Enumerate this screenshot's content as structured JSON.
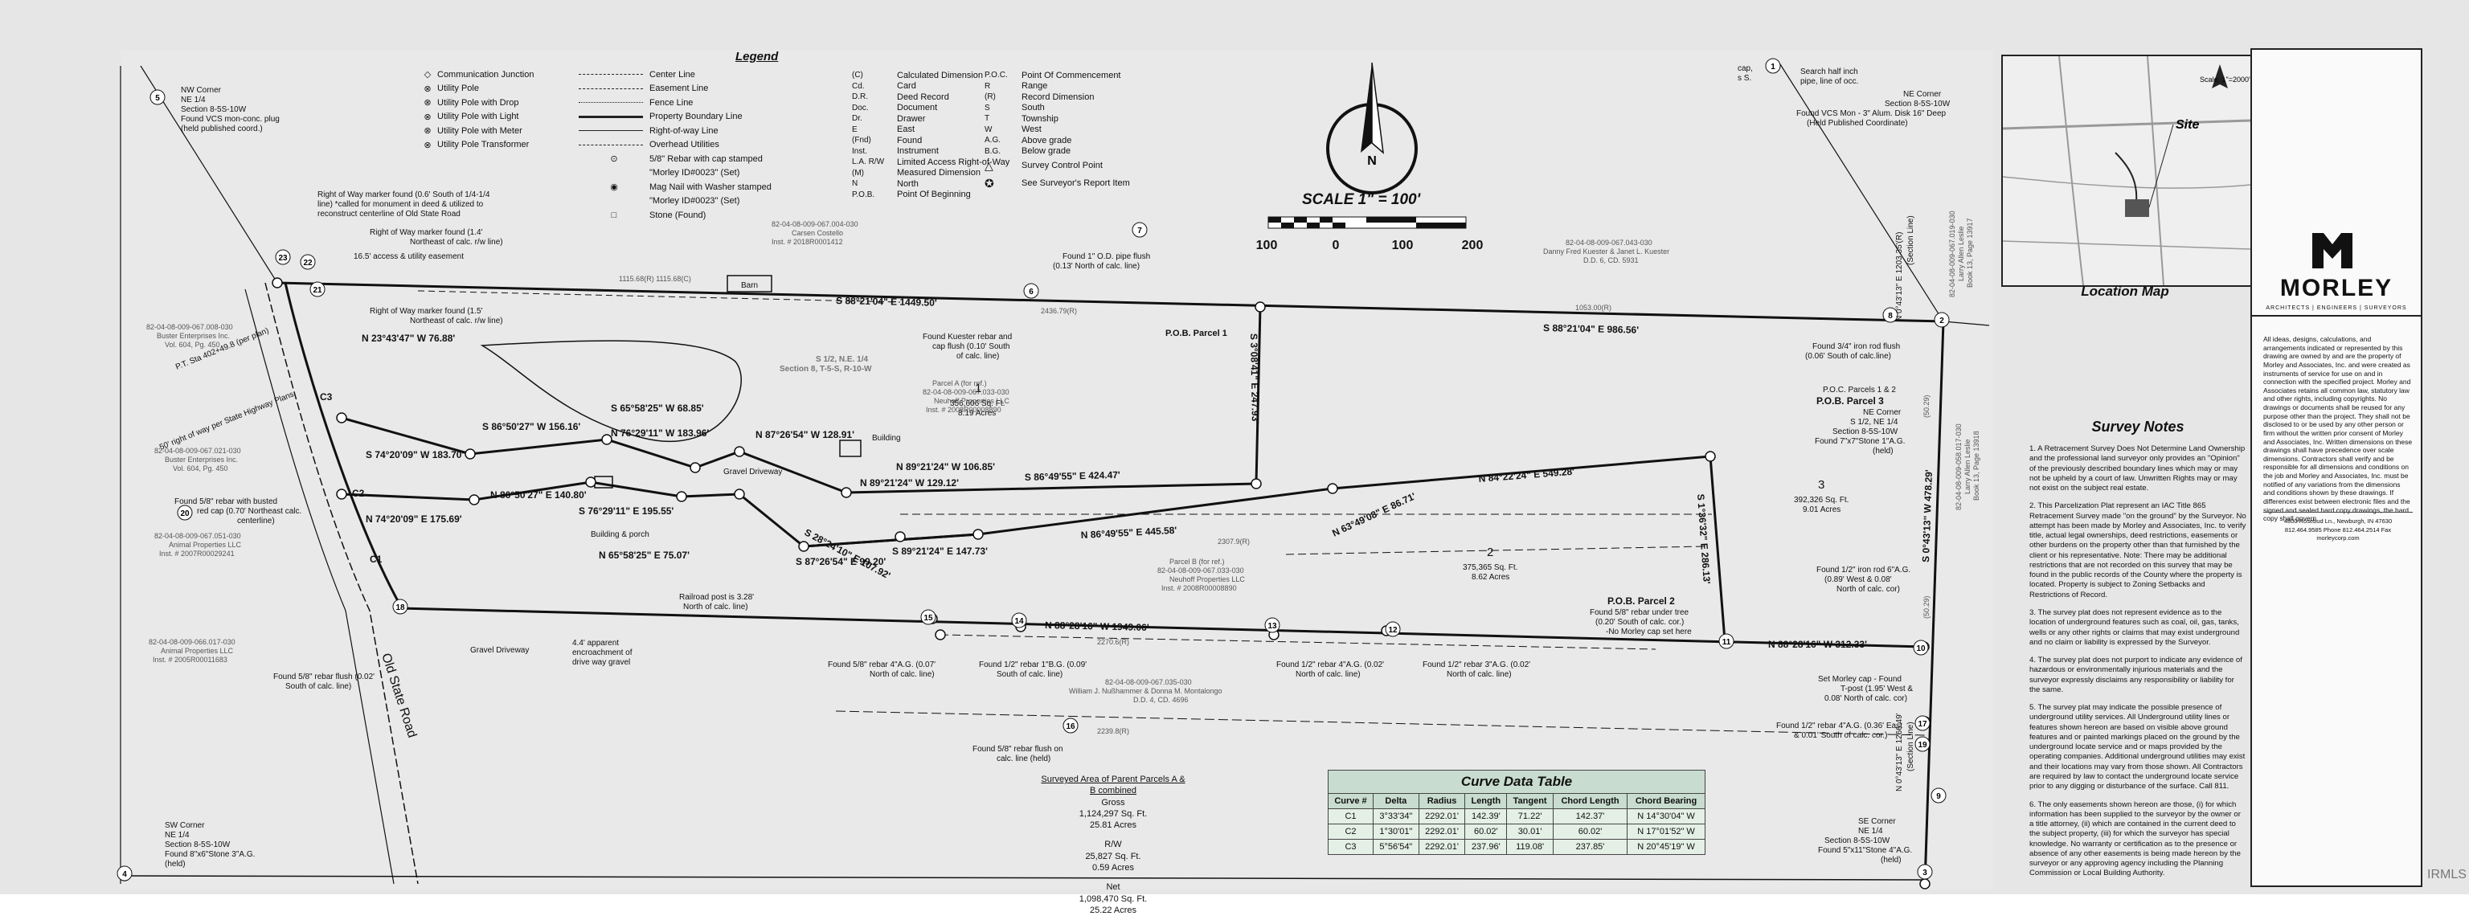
{
  "legend": {
    "title": "Legend",
    "symbols": [
      {
        "icon": "communication-junction-icon",
        "label": "Communication Junction"
      },
      {
        "icon": "utility-pole-icon",
        "label": "Utility Pole"
      },
      {
        "icon": "utility-pole-drop-icon",
        "label": "Utility Pole with Drop"
      },
      {
        "icon": "utility-pole-light-icon",
        "label": "Utility Pole with Light"
      },
      {
        "icon": "utility-pole-meter-icon",
        "label": "Utility Pole with Meter"
      },
      {
        "icon": "utility-pole-transformer-icon",
        "label": "Utility Pole Transformer"
      }
    ],
    "lines": [
      "Center Line",
      "Easement Line",
      "Fence Line",
      "Property Boundary Line",
      "Right-of-way Line",
      "Overhead Utilities",
      "5/8\" Rebar with cap stamped",
      "\"Morley ID#0023\" (Set)",
      "Mag Nail with Washer stamped",
      "\"Morley ID#0023\" (Set)",
      "Stone (Found)"
    ],
    "abbreviations": [
      {
        "abbr": "(C)",
        "text": "Calculated Dimension"
      },
      {
        "abbr": "Cd.",
        "text": "Card"
      },
      {
        "abbr": "D.R.",
        "text": "Deed Record"
      },
      {
        "abbr": "Doc.",
        "text": "Document"
      },
      {
        "abbr": "Dr.",
        "text": "Drawer"
      },
      {
        "abbr": "E",
        "text": "East"
      },
      {
        "abbr": "(Fnd)",
        "text": "Found"
      },
      {
        "abbr": "Inst.",
        "text": "Instrument"
      },
      {
        "abbr": "L.A. R/W",
        "text": "Limited Access Right-of-Way"
      },
      {
        "abbr": "(M)",
        "text": "Measured Dimension"
      },
      {
        "abbr": "N",
        "text": "North"
      },
      {
        "abbr": "P.O.B.",
        "text": "Point Of Beginning"
      }
    ],
    "abbreviations2": [
      {
        "abbr": "P.O.C.",
        "text": "Point Of Commencement"
      },
      {
        "abbr": "R",
        "text": "Range"
      },
      {
        "abbr": "(R)",
        "text": "Record Dimension"
      },
      {
        "abbr": "S",
        "text": "South"
      },
      {
        "abbr": "T",
        "text": "Township"
      },
      {
        "abbr": "W",
        "text": "West"
      },
      {
        "abbr": "A.G.",
        "text": "Above grade"
      },
      {
        "abbr": "B.G.",
        "text": "Below grade"
      },
      {
        "abbr": "",
        "text": "Survey Control Point"
      },
      {
        "abbr": "",
        "text": "See Surveyor's Report Item"
      }
    ]
  },
  "scale": {
    "title": "SCALE 1\" = 100'",
    "ticks": [
      "100",
      "0",
      "100",
      "200"
    ]
  },
  "location_map": {
    "title": "Location Map",
    "site_label": "Site",
    "scale_label": "Scale: 1\"=2000'"
  },
  "firm": {
    "name": "MORLEY",
    "tagline": "ARCHITECTS | ENGINEERS | SURVEYORS",
    "disclaimer": "All ideas, designs, calculations, and arrangements indicated or represented by this drawing are owned by and are the property of Morley and Associates, Inc. and were created as instruments of service for use on and in connection with the specified project. Morley and Associates retains all common law, statutory law and other rights, including copyrights. No drawings or documents shall be reused for any purpose other than the project. They shall not be disclosed to or be used by any other person or firm without the written prior consent of Morley and Associates, Inc. Written dimensions on these drawings shall have precedence over scale dimensions. Contractors shall verify and be responsible for all dimensions and conditions on the job and Morley and Associates, Inc. must be notified of any variations from the dimensions and conditions shown by these drawings. If differences exist between electronic files and the signed and sealed hard copy drawings, the hard copy shall govern.",
    "address": "4800 Rosebud Ln., Newburgh, IN 47630",
    "phone": "812.464.9585 Phone   812.464.2514 Fax",
    "web": "morleycorp.com"
  },
  "survey_notes": {
    "title": "Survey Notes",
    "items": [
      "1.  A Retracement Survey Does Not Determine Land Ownership and the professional land surveyor only provides an \"Opinion\" of the previously described boundary lines which may or may not be upheld by a court of law. Unwritten Rights may or may not exist on the subject real estate.",
      "2. This Parcelization Plat  represent an IAC Title 865 Retracement Survey  made \"on the ground\" by the Surveyor. No attempt has been made by Morley and Associates, Inc. to verify title, actual legal ownerships, deed restrictions, easements or other burdens on the property other than that furnished by the client or his representative. Note: There may be additional restrictions that are not recorded on this survey that may be found in the public records of the County where the property is located. Property is subject to Zoning Setbacks and Restrictions of Record.",
      "3. The survey plat does not represent evidence as to the location of underground features such as coal, oil, gas, tanks, wells or any other rights or claims that may exist underground and no claim or liability is expressed by the Surveyor.",
      "4. The survey plat does not purport to indicate any evidence of hazardous or environmentally injurious materials and the surveyor expressly disclaims any responsibility or liability for the same.",
      "5. The survey plat may indicate the possible presence of underground utility services. All Underground utility lines or features shown hereon are based on visible above ground features and or painted markings placed on the ground by the underground locate service and or maps provided by the operating companies. Additional underground utilities may exist and their locations may vary from those shown. All Contractors are required by law to contact the underground locate service prior to any digging or disturbance of the surface. Call 811.",
      "6.        The only easements shown hereon are those, (i) for which information has been supplied to the surveyor by the owner or a title attorney, (ii) which are contained in the current deed to the subject property, (iii) for which the surveyor has special knowledge. No warranty or certification as to the presence or absence of any other easements is being made hereon by the surveyor or any approving agency including the Planning Commission or Local Building Authority."
    ]
  },
  "curve_table": {
    "title": "Curve Data Table",
    "headers": [
      "Curve #",
      "Delta",
      "Radius",
      "Length",
      "Tangent",
      "Chord Length",
      "Chord Bearing"
    ],
    "rows": [
      [
        "C1",
        "3°33'34\"",
        "2292.01'",
        "142.39'",
        "71.22'",
        "142.37'",
        "N 14°30'04\" W"
      ],
      [
        "C2",
        "1°30'01\"",
        "2292.01'",
        "60.02'",
        "30.01'",
        "60.02'",
        "N 17°01'52\" W"
      ],
      [
        "C3",
        "5°56'54\"",
        "2292.01'",
        "237.96'",
        "119.08'",
        "237.85'",
        "N 20°45'19\" W"
      ]
    ]
  },
  "acreage": {
    "heading": "Surveyed Area of Parent Parcels A & B combined",
    "gross_label": "Gross",
    "gross_sqft": "1,124,297 Sq. Ft.",
    "gross_acres": "25.81 Acres",
    "rw_label": "R/W",
    "rw_sqft": "25,827 Sq. Ft.",
    "rw_acres": "0.59 Acres",
    "net_label": "Net",
    "net_sqft": "1,098,470 Sq. Ft.",
    "net_acres": "25.22 Acres"
  },
  "parcels": [
    {
      "num": "1",
      "sqft": "356,606 Sq. Ft.",
      "acres": "8.19 Acres"
    },
    {
      "num": "2",
      "sqft": "375,365 Sq. Ft.",
      "acres": "8.62 Acres"
    },
    {
      "num": "3",
      "sqft": "392,326 Sq. Ft.",
      "acres": "9.01 Acres"
    }
  ],
  "labels": {
    "nw_corner": [
      "NW Corner",
      "NE 1/4",
      "Section 8-5S-10W",
      "Found VCS mon-conc. plug",
      "(held published coord.)"
    ],
    "sw_corner": [
      "SW Corner",
      "NE 1/4",
      "Section 8-5S-10W",
      "Found 8\"x6\"Stone 3\"A.G.",
      "(held)"
    ],
    "ne_corner": [
      "NE Corner",
      "Section 8-5S-10W",
      "Found VCS Mon - 3\" Alum. Disk 16\" Deep",
      "(Held Published Coordinate)"
    ],
    "se_corner": [
      "SE Corner",
      "NE 1/4",
      "Section 8-5S-10W",
      "Found 5\"x11\"Stone 4\"A.G.",
      "(held)"
    ],
    "search_pipe": [
      "Search half inch",
      "pipe, line of occ."
    ],
    "cap": [
      "cap,",
      "s S."
    ],
    "pob1": "P.O.B. Parcel 1",
    "pob3_a": "P.O.C. Parcels 1 & 2",
    "pob3_b": "P.O.B. Parcel 3",
    "pob3_c": [
      "NE Corner",
      "S 1/2, NE 1/4",
      "Section 8-5S-10W",
      "Found 7\"x7\"Stone 1\"A.G.",
      "(held)"
    ],
    "pob2": "P.O.B. Parcel 2",
    "pob2_note": [
      "Found 5/8\" rebar under tree",
      "(0.20' South of calc. cor.)",
      "-No Morley cap set here"
    ],
    "b1": "S 88°21'04\" E 1449.50'",
    "b2": "S 88°21'04\" E 986.56'",
    "b3": "N 23°43'47\" W 76.88'",
    "b4": "N 88°28'16\" W 1949.06'",
    "b5": "N 88°28'16\" W 312.33'",
    "b6": "S 0°43'13\" W 478.29'",
    "b7": "S 1°36'32\" E 286.13'",
    "b8": "S 3°08'41\" E 247.93'",
    "b9": "N 84°22'24\" E 549.28'",
    "b10": "N 86°49'55\" E 445.58'",
    "b11": "S 86°49'55\" E 424.47'",
    "b12": "N 89°21'24\" W 129.12'",
    "b13": "N 89°21'24\" W 106.85'",
    "b14": "N 87°26'54\" W 128.91'",
    "b15": "S 65°58'25\" W 68.85'",
    "b16": "N 76°29'11\" W 183.96'",
    "b17": "S 86°50'27\" W 156.16'",
    "b18": "S 74°20'09\" W 183.70'",
    "b19": "N 74°20'09\" E 175.69'",
    "b20": "N 86°50'27\" E 140.80'",
    "b21": "S 76°29'11\" E 195.55'",
    "b22": "N 65°58'25\" E 75.07'",
    "b23": "S 87°26'54\" E 99.20'",
    "b24": "S 89°21'24\" E 147.73'",
    "b25": "S 28°24'10\" E 107.92'",
    "b26": "N 63°49'08\" E 86.71'",
    "b27": "N 0°43'13\" E 1203.35'(R)",
    "b28": "N 0°43'13\" E 1266.49'",
    "row_note1": [
      "Right of Way marker found (0.6' South of 1/4-1/4",
      "line) *called for monument in deed & utilized to",
      "reconstruct centerline of Old State Road"
    ],
    "row_note2": [
      "Right of Way marker found (1.4'",
      "Northeast of calc. r/w line)"
    ],
    "row_note3": [
      "Right of Way marker found (1.5'",
      "Northeast of calc. r/w line)"
    ],
    "easement": "16.5' access & utility easement",
    "barn": "Barn",
    "building": "Building",
    "building_porch": "Building & porch",
    "gravel_drive1": "Gravel Driveway",
    "gravel_drive2": "Gravel Driveway",
    "encroach": [
      "4.4' apparent",
      "encroachment of",
      "drive way gravel"
    ],
    "railroad": [
      "Railroad post is 3.28'",
      "North of calc. line)"
    ],
    "old_state_road": "Old State Road",
    "row50": "50' right of way per State Highway Plans",
    "found_od_pipe": [
      "Found 1\" O.D. pipe flush",
      "(0.13' North of calc. line)"
    ],
    "found_kuester": [
      "Found Kuester rebar and",
      "cap flush (0.10' South",
      "of calc. line)"
    ],
    "found_34": [
      "Found 3/4\" iron rod flush",
      "(0.06' South of calc.line)"
    ],
    "found_12_1": [
      "Found 1/2\" iron rod 6\"A.G.",
      "(0.89' West & 0.08'",
      "North of calc. cor)"
    ],
    "found_58_bust": [
      "Found 5/8\" rebar with busted",
      "red cap (0.70' Northeast calc.",
      "centerline)"
    ],
    "found_58_002": [
      "Found 5/8\" rebar flush (0.02'",
      "South of calc. line)"
    ],
    "found_58_4ag": [
      "Found 5/8\" rebar 4\"A.G. (0.07'",
      "North of calc. line)"
    ],
    "found_12_1bg": [
      "Found 1/2\" rebar 1\"B.G. (0.09'",
      "South of calc. line)"
    ],
    "found_12_4ag": [
      "Found 1/2\" rebar 4\"A.G. (0.02'",
      "North of calc. line)"
    ],
    "found_12_3ag": [
      "Found 1/2\" rebar 3\"A.G. (0.02'",
      "North of calc. line)"
    ],
    "set_morley": [
      "Set Morley cap - Found",
      "T-post (1.95' West &",
      "0.08' North of calc. cor)"
    ],
    "found_12_36": [
      "Found 1/2\" rebar 4\"A.G. (0.36' East",
      "& 0.01' South of calc. cor.)"
    ],
    "found_58_flush": [
      "Found 5/8\" rebar flush on",
      "calc. line (held)"
    ],
    "parcel_a": [
      "Parcel A (for ref.)",
      "82-04-08-009-067.033-030",
      "Neuhoff Properties LLC",
      "Inst. # 2008R00008890"
    ],
    "parcel_b": [
      "Parcel B (for ref.)",
      "82-04-08-009-067.033-030",
      "Neuhoff Properties LLC",
      "Inst. # 2008R00008890"
    ],
    "adj_north": [
      "82-04-08-009-067.004-030",
      "Carsen Costello",
      "Inst. # 2018R0001412"
    ],
    "adj_ne": [
      "82-04-08-009-067.043-030",
      "Danny Fred Kuester & Janet L. Kuester",
      "D.D. 6, CD. 5931"
    ],
    "adj_west1": [
      "82-04-08-009-067.008-030",
      "Buster Enterprises Inc.",
      "Vol. 604, Pg. 450"
    ],
    "adj_west2": [
      "82-04-08-009-067.021-030",
      "Buster Enterprises Inc.",
      "Vol. 604, Pg. 450"
    ],
    "adj_west3": [
      "82-04-08-009-067.051-030",
      "Animal Properties LLC",
      "Inst. # 2007R00029241"
    ],
    "adj_sw": [
      "82-04-08-009-066.017-030",
      "Animal Properties LLC",
      "Inst. # 2005R00011683"
    ],
    "adj_south": [
      "82-04-08-009-067.035-030",
      "William J. Nußhammer & Donna M. Montalongo",
      "D.D. 4, CD. 4696"
    ],
    "adj_east1": [
      "82-04-08-009-067.019-030",
      "Larry Allen Leslie",
      "Book 13, Page 13917"
    ],
    "adj_east2": [
      "82-04-08-009-058.017-030",
      "Larry Allen Leslie",
      "Book 13, Page 13918"
    ],
    "section_label": [
      "S 1/2, N.E. 1/4",
      "Section 8, T-5-S, R-10-W"
    ],
    "pt_sta": "P.T. Sta 402+49.8 (per plan)",
    "record1": "1115.68(R)  1115.68(C)",
    "record2": "2436.79(R)",
    "record3": "1053.00(R)",
    "record4": "2270.6(R)",
    "record5": "2239.8(R)",
    "record6": "2307.9(R)",
    "record7": "(50.29)",
    "record8": "(50.29)",
    "sec_line_e1": "(Section Line)",
    "sec_line_e2": "(Section Line)",
    "c1": "C1",
    "c2": "C2",
    "c3": "C3"
  },
  "markers": [
    "1",
    "2",
    "3",
    "4",
    "5",
    "6",
    "7",
    "8",
    "9",
    "10",
    "11",
    "12",
    "13",
    "14",
    "15",
    "16",
    "17",
    "18",
    "19",
    "20",
    "21",
    "22",
    "23"
  ],
  "watermark": "IRMLS"
}
